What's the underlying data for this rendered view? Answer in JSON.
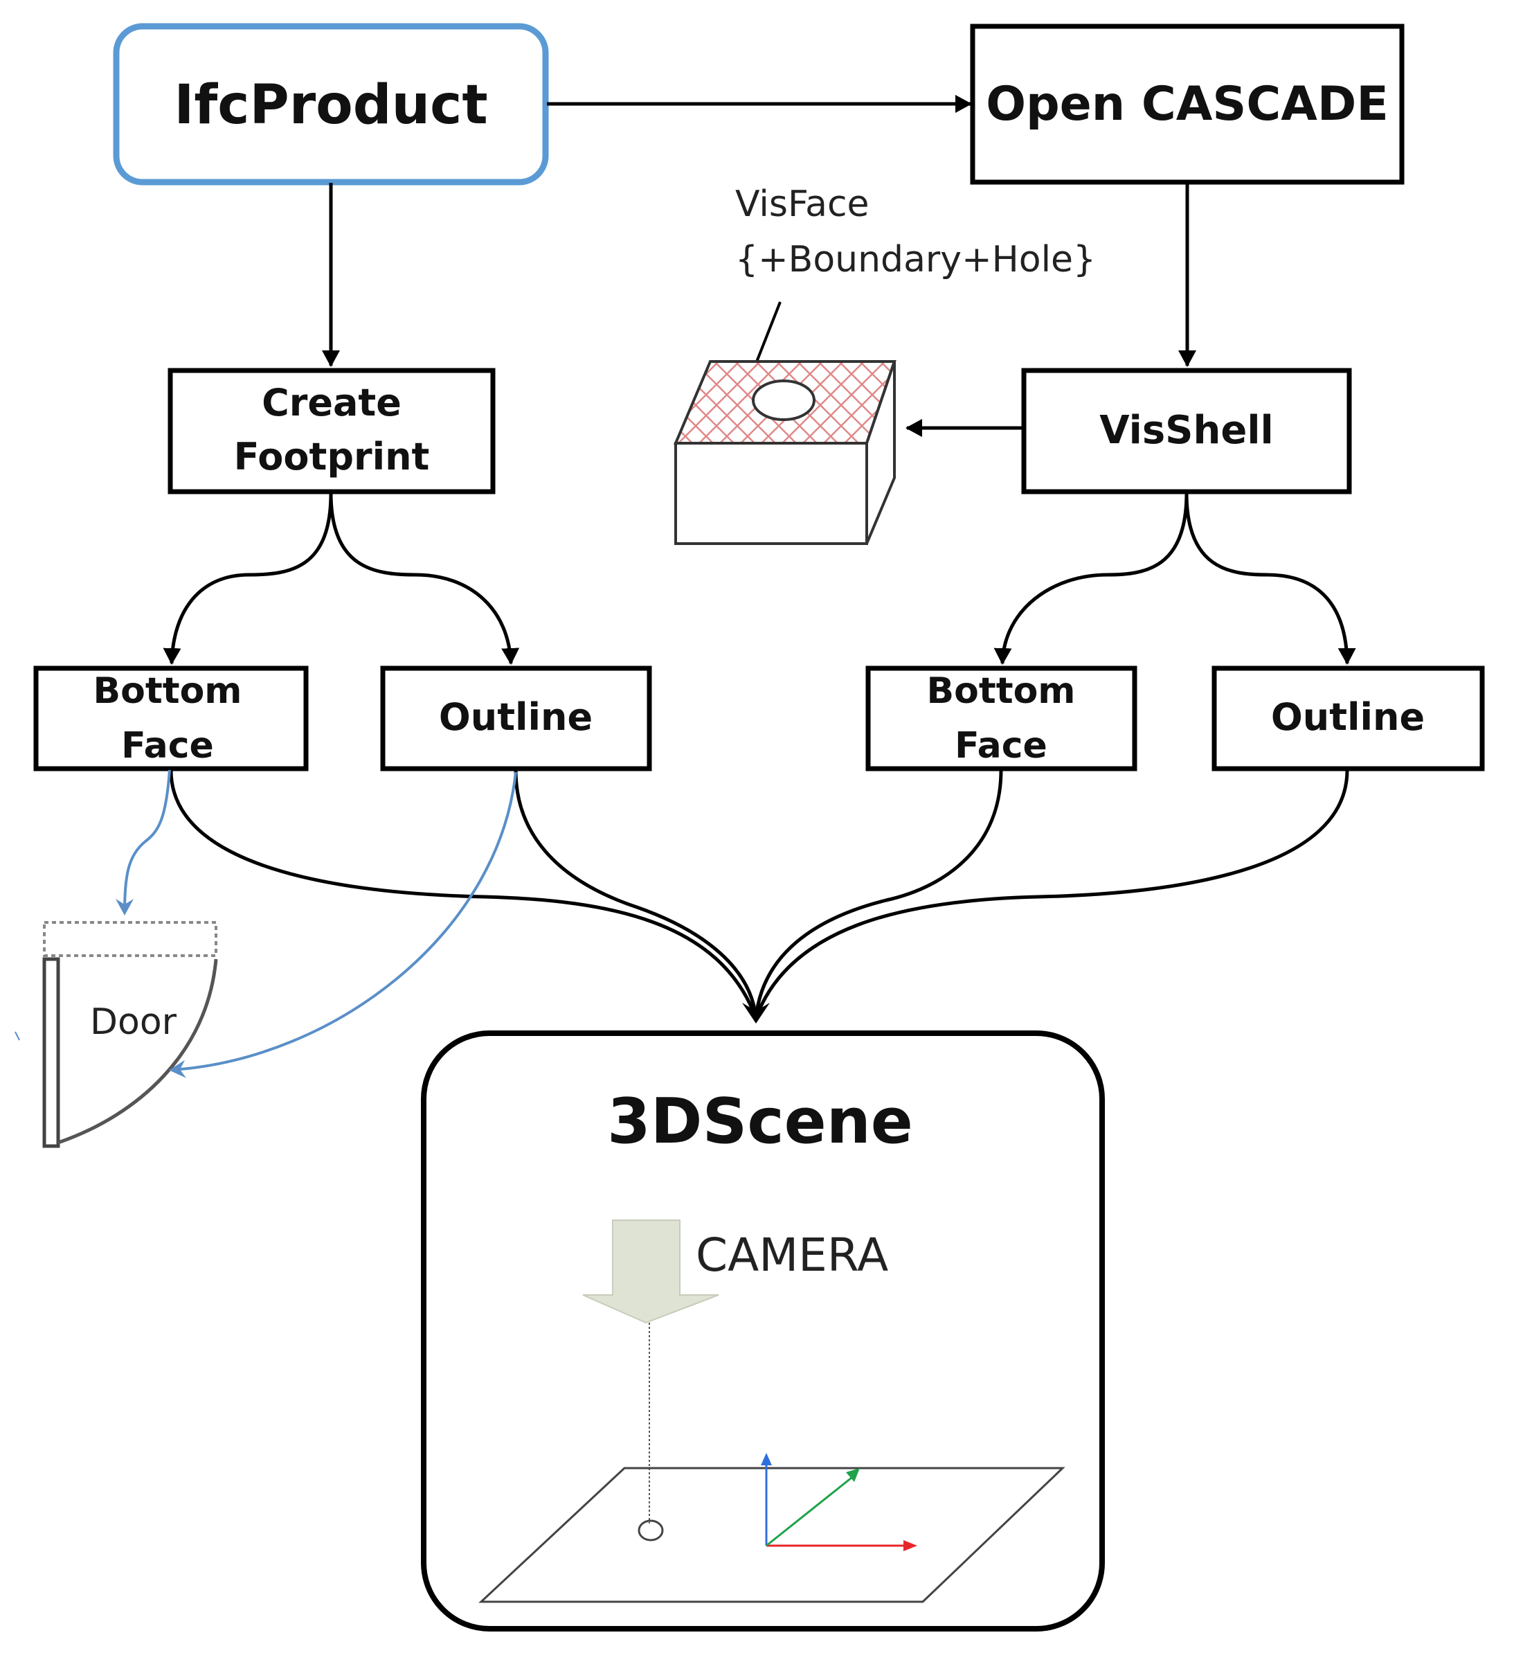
{
  "nodes": {
    "ifcproduct": "IfcProduct",
    "open_cascade": "Open CASCADE",
    "create_footprint": [
      "Create",
      "Footprint"
    ],
    "visshell": "VisShell",
    "bottom_face_left": [
      "Bottom",
      "Face"
    ],
    "outline_left": "Outline",
    "bottom_face_right": [
      "Bottom",
      "Face"
    ],
    "outline_right": "Outline",
    "scene": "3DScene"
  },
  "annotations": {
    "visface": [
      "VisFace",
      "{+Boundary+Hole}"
    ],
    "door": "Door",
    "camera": "CAMERA"
  },
  "colors": {
    "ifcproduct_border": "#5b9bd5",
    "highlight_arrow": "#5a8fc8",
    "hatch": "#e08888",
    "camera_arrow": "#dfe3d3",
    "axis_x": "#e8262a",
    "axis_y": "#1fa24a",
    "axis_z": "#2f6fdc"
  }
}
